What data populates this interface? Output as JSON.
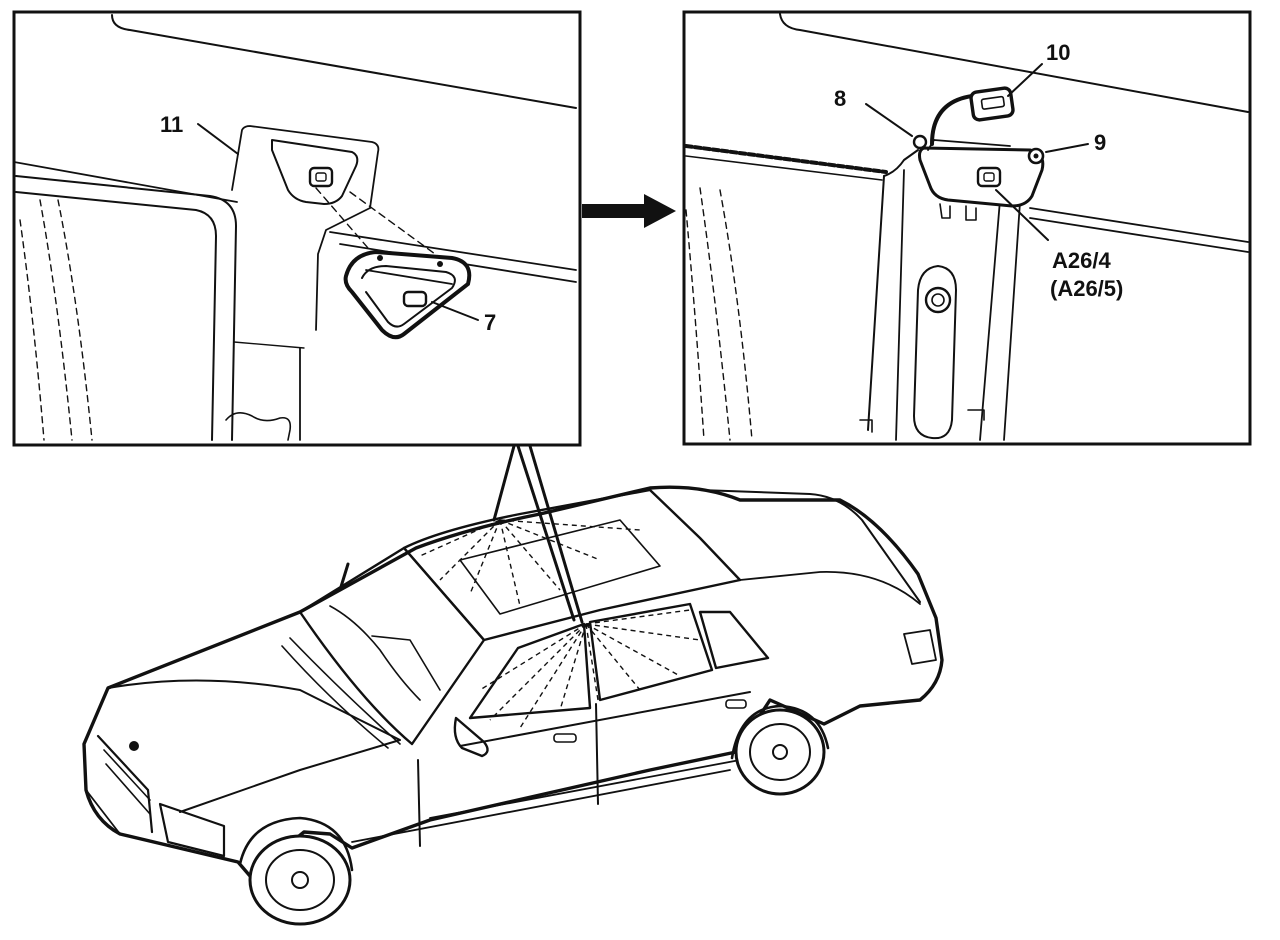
{
  "colors": {
    "ink": "#111111",
    "paper": "#ffffff"
  },
  "callouts": {
    "left": [
      {
        "text": "11"
      },
      {
        "text": "7"
      }
    ],
    "right": [
      {
        "text": "10"
      },
      {
        "text": "8"
      },
      {
        "text": "9"
      },
      {
        "text": "A26/4"
      },
      {
        "text": "(A26/5)"
      }
    ]
  },
  "icons": {
    "transition_arrow": "arrow-right-icon",
    "car": "sedan-car-icon"
  }
}
